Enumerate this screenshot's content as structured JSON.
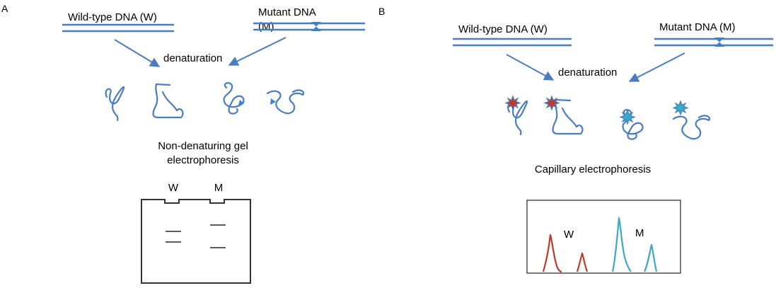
{
  "panel_a": {
    "letter": "A",
    "wild_type_label": "Wild-type DNA (W)",
    "mutant_label_line1": "Mutant DNA",
    "mutant_label_line2": "(M)",
    "process_label": "denaturation",
    "gel_title_line1": "Non-denaturing gel",
    "gel_title_line2": "electrophoresis",
    "lane_w": "W",
    "lane_m": "M"
  },
  "panel_b": {
    "letter": "B",
    "wild_type_label": "Wild-type DNA (W)",
    "mutant_label": "Mutant DNA (M)",
    "process_label": "denaturation",
    "method_label": "Capillary electrophoresis",
    "peak_w": "W",
    "peak_m": "M"
  },
  "colors": {
    "strand": "#4a7cc0",
    "arrow": "#4a7cc0",
    "mutation_marker": "#3f7fd0",
    "wild_type_dye": "#c0392b",
    "mutant_dye": "#3aa9c6",
    "gel_outline": "#333333",
    "gel_band": "#444444"
  }
}
